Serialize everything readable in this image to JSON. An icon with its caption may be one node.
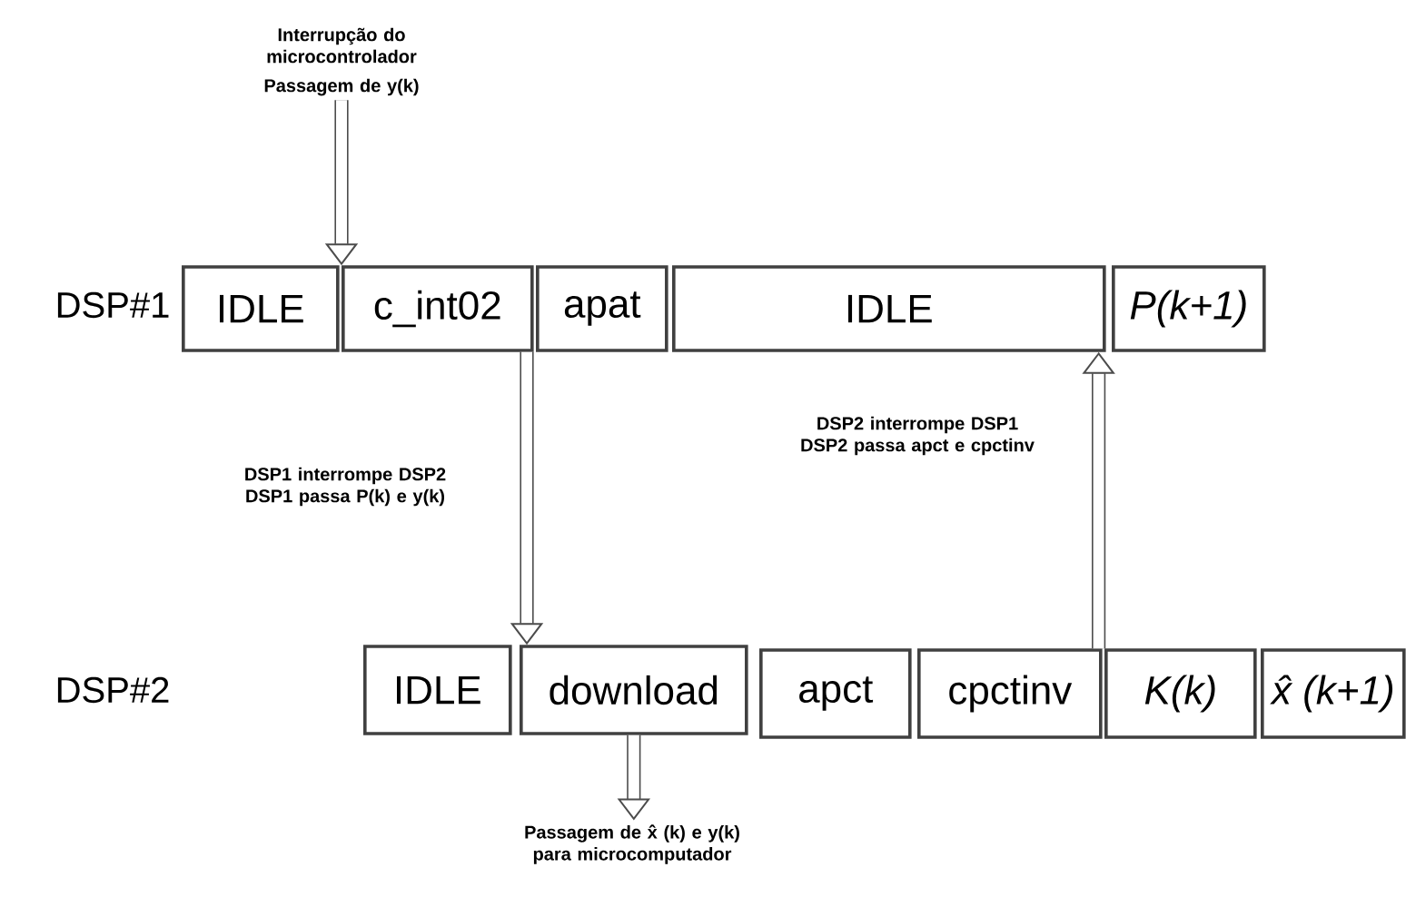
{
  "diagram": {
    "nodes": [
      {
        "text": [
          "IDLE"
        ]
      },
      {
        "text": [
          "c_int02"
        ]
      },
      {
        "text": [
          "apat"
        ]
      },
      {
        "text": [
          "IDLE"
        ]
      },
      {
        "text": [
          "P(k+1)"
        ]
      },
      {
        "text": [
          "IDLE"
        ]
      },
      {
        "text": [
          "download"
        ]
      },
      {
        "text": [
          "apct"
        ]
      },
      {
        "text": [
          "cpctinv"
        ]
      },
      {
        "text": [
          "K(k)"
        ]
      },
      {
        "text": [
          "x̂ (k+1)"
        ]
      },
      {
        "text": [
          "Interrupção do microcontrolador",
          "Passagem de y(k)"
        ]
      },
      {
        "text": [
          "Passagem de x̂ (k) e y(k) para microcomputador"
        ]
      }
    ],
    "edges": [
      {
        "from": 11,
        "to": 1,
        "arrow": "to"
      },
      {
        "from": 1,
        "to": 6,
        "arrow": "to",
        "label": "DSP1 interrompe DSP2 DSP1 passa P(k) e y(k)"
      },
      {
        "from": 8,
        "to": 3,
        "arrow": "to",
        "label": "DSP2 interrompe DSP1 DSP2 passa apct e cpctinv"
      },
      {
        "from": 6,
        "to": 12,
        "arrow": "to"
      }
    ],
    "labels": [
      "DSP#1",
      "DSP#2"
    ]
  }
}
